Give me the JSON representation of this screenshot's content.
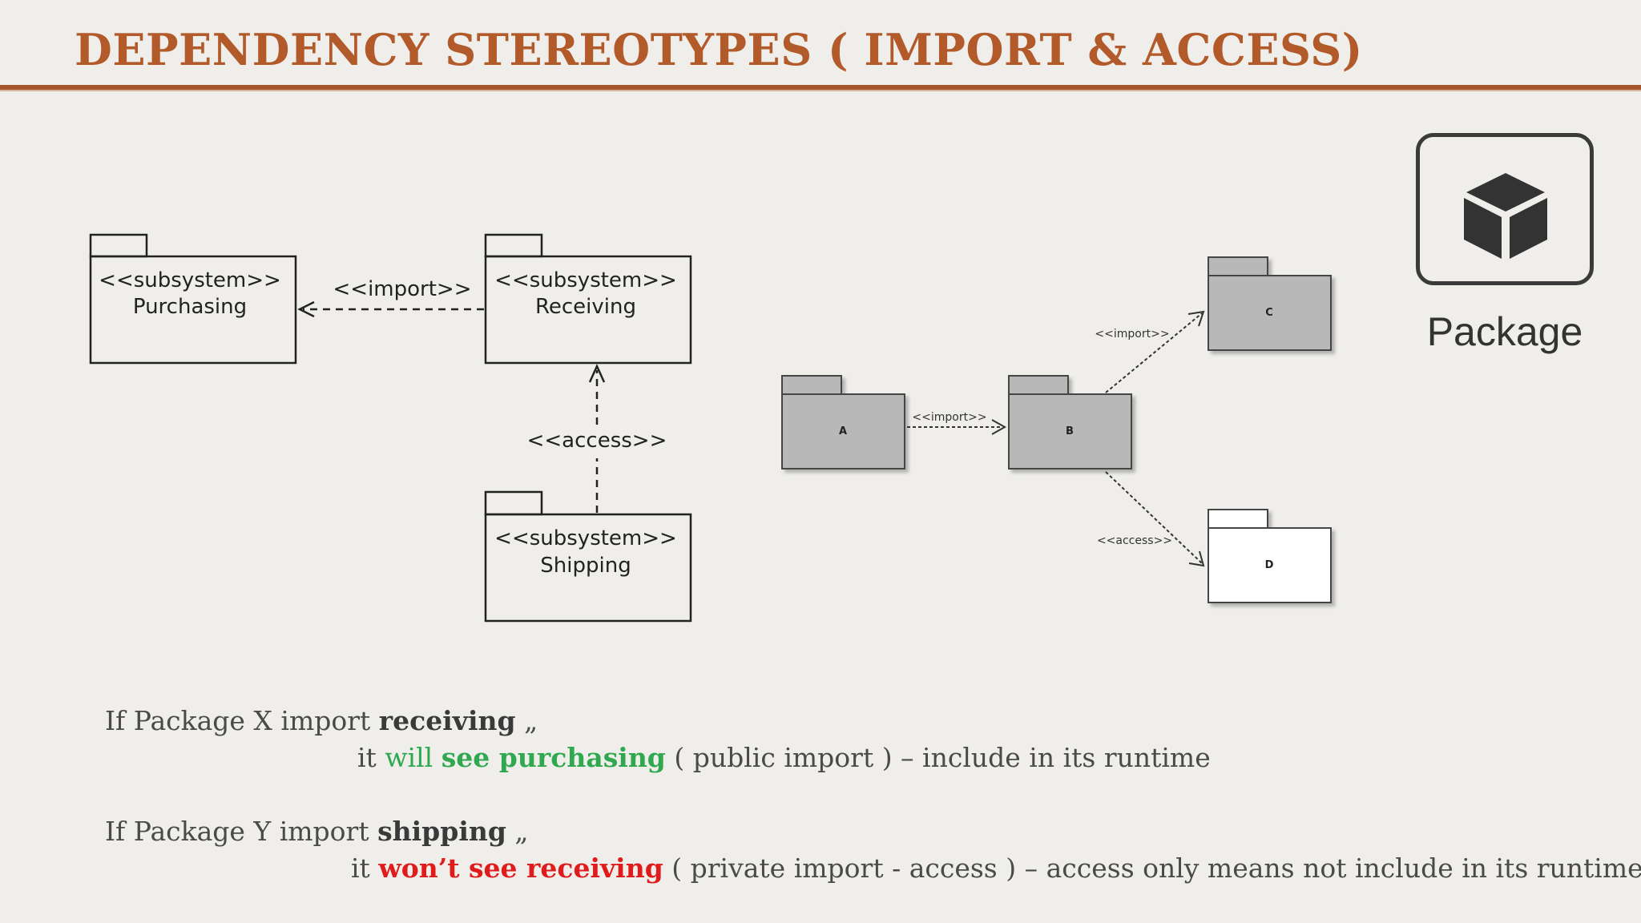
{
  "title": "DEPENDENCY STEREOTYPES ( IMPORT & ACCESS)",
  "icon": {
    "name": "package-icon",
    "label": "Package"
  },
  "left_diagram": {
    "purchasing": {
      "stereotype": "<<subsystem>>",
      "name": "Purchasing"
    },
    "receiving": {
      "stereotype": "<<subsystem>>",
      "name": "Receiving"
    },
    "shipping": {
      "stereotype": "<<subsystem>>",
      "name": "Shipping"
    },
    "import_label": "<<import>>",
    "access_label": "<<access>>"
  },
  "right_diagram": {
    "packages": [
      "A",
      "B",
      "C",
      "D"
    ],
    "import_ab_label": "<<import>>",
    "import_bc_label": "<<import>>",
    "access_bd_label": "<<access>>"
  },
  "notes": {
    "line1": {
      "prefix": "If Package X import ",
      "bold": "receiving",
      "suffix": " „"
    },
    "line2": {
      "it": "it ",
      "will": "will ",
      "see": "see purchasing",
      "rest": " ( public import ) – include in its runtime"
    },
    "line3": {
      "prefix": "If Package Y import ",
      "bold": "shipping",
      "suffix": " „"
    },
    "line4": {
      "it": "it ",
      "wont": "won’t see receiving",
      "rest": " ( private import - access ) – access only means not include in its runtime"
    }
  },
  "colors": {
    "title": "#b25a2a",
    "rule": "#a8542a",
    "positive": "#2fa84f",
    "negative": "#e01b1b",
    "package_fill": "#b8b8b8"
  }
}
